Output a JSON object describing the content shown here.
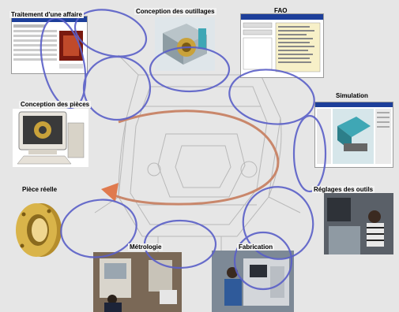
{
  "diagram": {
    "stages": [
      {
        "id": "affaire",
        "label": "Traitement d'une affaire"
      },
      {
        "id": "outillages",
        "label": "Conception des outillages"
      },
      {
        "id": "fao",
        "label": "FAO"
      },
      {
        "id": "simulation",
        "label": "Simulation"
      },
      {
        "id": "pieces",
        "label": "Conception des pièces"
      },
      {
        "id": "reglages",
        "label": "Réglages des outils"
      },
      {
        "id": "piece_reelle",
        "label": "Pièce réelle"
      },
      {
        "id": "metrologie",
        "label": "Métrologie"
      },
      {
        "id": "fabrication",
        "label": "Fabrication"
      }
    ],
    "colors": {
      "background": "#e6e6e6",
      "loop_ring": "#5a5fc8",
      "cycle_arrow": "#c9876b",
      "part_gold": "#c9a23a",
      "teal_model": "#3fa7b5"
    }
  }
}
